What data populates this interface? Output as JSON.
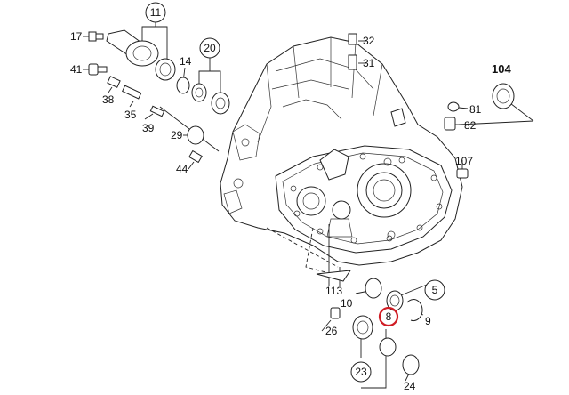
{
  "diagram": {
    "highlight_color": "#d01c24",
    "part_labels": {
      "p11": "11",
      "p17": "17",
      "p14": "14",
      "p20": "20",
      "p41": "41",
      "p38": "38",
      "p35": "35",
      "p39": "39",
      "p29": "29",
      "p44": "44",
      "p32": "32",
      "p31": "31",
      "p104": "104",
      "p81": "81",
      "p82": "82",
      "p107": "107",
      "p113": "113",
      "p10": "10",
      "p5": "5",
      "p8": "8",
      "p9": "9",
      "p26": "26",
      "p23": "23",
      "p24": "24"
    }
  }
}
